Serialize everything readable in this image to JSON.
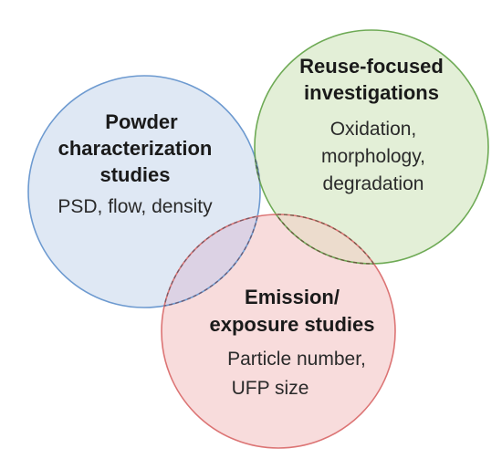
{
  "colors": {
    "powder_fill": "#dfe8f4",
    "powder_stroke": "#6d9ad0",
    "reuse_fill": "#e3efd7",
    "reuse_stroke": "#6eaa55",
    "emission_fill": "#f8dcdc",
    "emission_stroke": "#dc7474",
    "overlap_powder_reuse": "#cde2d8",
    "overlap_powder_emission": "#dcd2e4",
    "overlap_reuse_emission": "#ecdccd",
    "overlap_all": "#d8d6de"
  },
  "sets": {
    "powder": {
      "title_lines": [
        "Powder",
        "characterization",
        "studies"
      ],
      "detail_lines": [
        "PSD, flow, density"
      ]
    },
    "reuse": {
      "title_lines": [
        "Reuse-focused",
        "investigations"
      ],
      "detail_lines": [
        "Oxidation,",
        "morphology,",
        "degradation"
      ]
    },
    "emission": {
      "title_lines": [
        "Emission/",
        "exposure studies"
      ],
      "detail_lines": [
        "Particle number,",
        "UFP size"
      ]
    }
  }
}
